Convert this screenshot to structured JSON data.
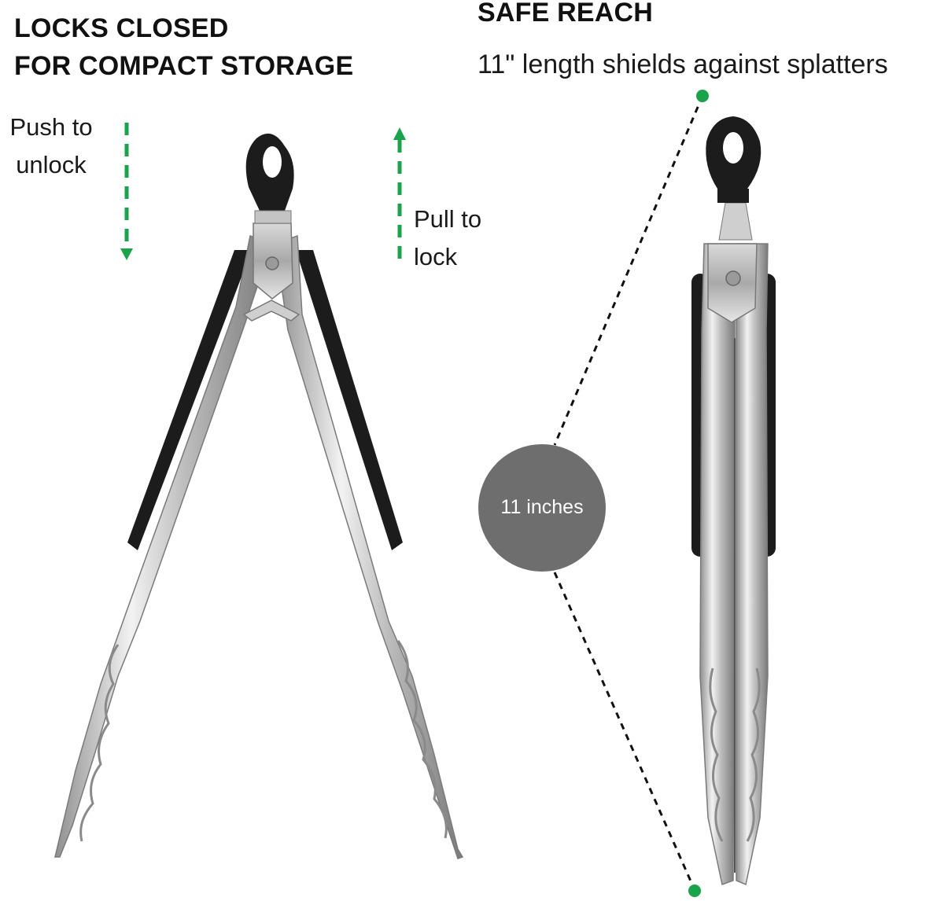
{
  "left_panel": {
    "title_line1": "LOCKS CLOSED",
    "title_line2": "FOR COMPACT STORAGE",
    "push_hint_line1": "Push to",
    "push_hint_line2": "unlock",
    "pull_hint_line1": "Pull to",
    "pull_hint_line2": "lock"
  },
  "right_panel": {
    "title": "SAFE REACH",
    "subtitle": "11\" length shields against splatters",
    "length_badge": "11 inches"
  },
  "colors": {
    "accent_green": "#1aa34a",
    "badge_gray": "#6e6e6e",
    "steel": "#c8c8c8",
    "silicone": "#1c1c1c"
  },
  "icons": [
    "arrow-down-icon",
    "arrow-up-icon",
    "tongs-open-image",
    "tongs-closed-image"
  ]
}
